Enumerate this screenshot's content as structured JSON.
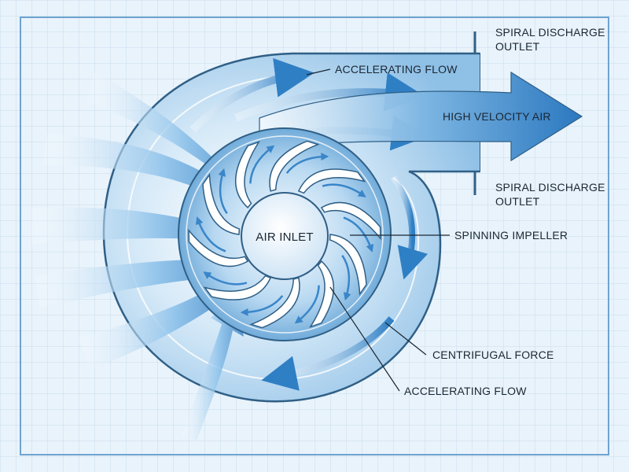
{
  "labels": {
    "spiral_discharge_top_line1": "SPIRAL DISCHARGE",
    "spiral_discharge_top_line2": "OUTLET",
    "accelerating_flow_top": "ACCELERATING FLOW",
    "high_velocity_air": "HIGH VELOCITY AIR",
    "spiral_discharge_bottom_line1": "SPIRAL DISCHARGE",
    "spiral_discharge_bottom_line2": "OUTLET",
    "air_inlet": "AIR INLET",
    "spinning_impeller": "SPINNING IMPELLER",
    "centrifugal_force": "CENTRIFUGAL FORCE",
    "accelerating_flow_bottom": "ACCELERATING FLOW"
  },
  "colors": {
    "background": "#e9f3fb",
    "grid": "#c5dced",
    "outline": "#2f5f86",
    "arrow_blue": "#2f7fc4",
    "light_blue": "#a9d0ee",
    "text": "#1b2733"
  }
}
